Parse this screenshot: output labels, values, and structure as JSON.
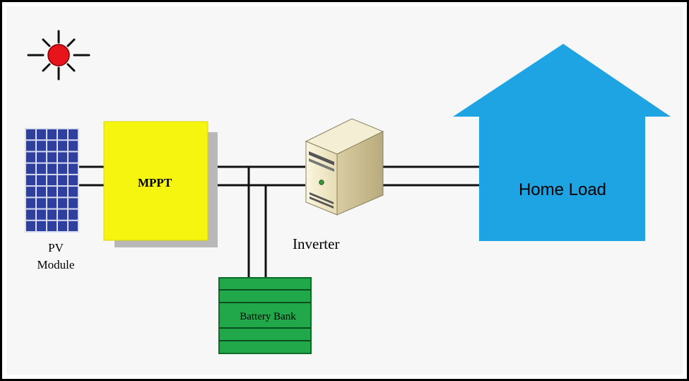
{
  "diagram": {
    "labels": {
      "mppt": "MPPT",
      "pv_line1": "PV",
      "pv_line2": "Module",
      "inverter": "Inverter",
      "battery": "Battery Bank",
      "home": "Home Load"
    },
    "colors": {
      "sun": "#e8141c",
      "pv_panel": "#2f3fa0",
      "mppt": "#f5f50f",
      "mppt_shadow": "#b8b8b8",
      "battery": "#21a84a",
      "home": "#1ea4e3",
      "wire": "#111111"
    },
    "icons": [
      "sun-icon",
      "solar-panel-icon",
      "computer-tower-icon",
      "house-icon"
    ]
  }
}
